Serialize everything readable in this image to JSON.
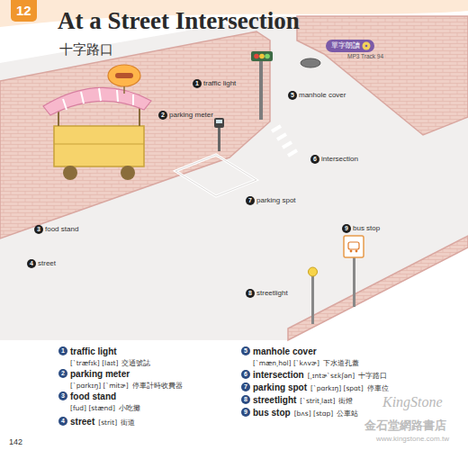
{
  "diagram": {
    "title": "At a Street Intersection",
    "nodes": [
      {
        "text": [
          "12"
        ]
      },
      {
        "text": [
          "單字朗讀"
        ]
      }
    ],
    "labels": [
      "十字路口",
      "MP3 Track 94",
      "1",
      "traffic light",
      "2",
      "parking meter",
      "3",
      "food stand",
      "4",
      "street",
      "5",
      "manhole cover",
      "6",
      "intersection",
      "7",
      "parking spot",
      "8",
      "streetlight",
      "9",
      "bus stop",
      "1",
      "traffic light",
      "[ˋtræfɪk] [laɪt]",
      "交通號誌",
      "2",
      "parking meter",
      "[ˋpɑrkɪŋ] [ˋmitɚ]",
      "停車計時收費器",
      "3",
      "food stand",
      "[fud] [stænd]",
      "小吃攤",
      "4",
      "street",
      "[strit]",
      "街道",
      "5",
      "manhole cover",
      "[ˋmæn͵hol] [ˋkʌvɚ]",
      "下水道孔蓋",
      "6",
      "intersection",
      "[͵ɪntɚˋsɛkʃən]",
      "十字路口",
      "7",
      "parking spot",
      "[ˋpɑrkɪŋ] [spɑt]",
      "停車位",
      "8",
      "streetlight",
      "[ˋstrit͵laɪt]",
      "街燈",
      "9",
      "bus stop",
      "[bʌs] [stɑp]",
      "公車站",
      "142",
      "KingStone",
      "金石堂網路書店",
      "www.kingstone.com.tw"
    ]
  }
}
